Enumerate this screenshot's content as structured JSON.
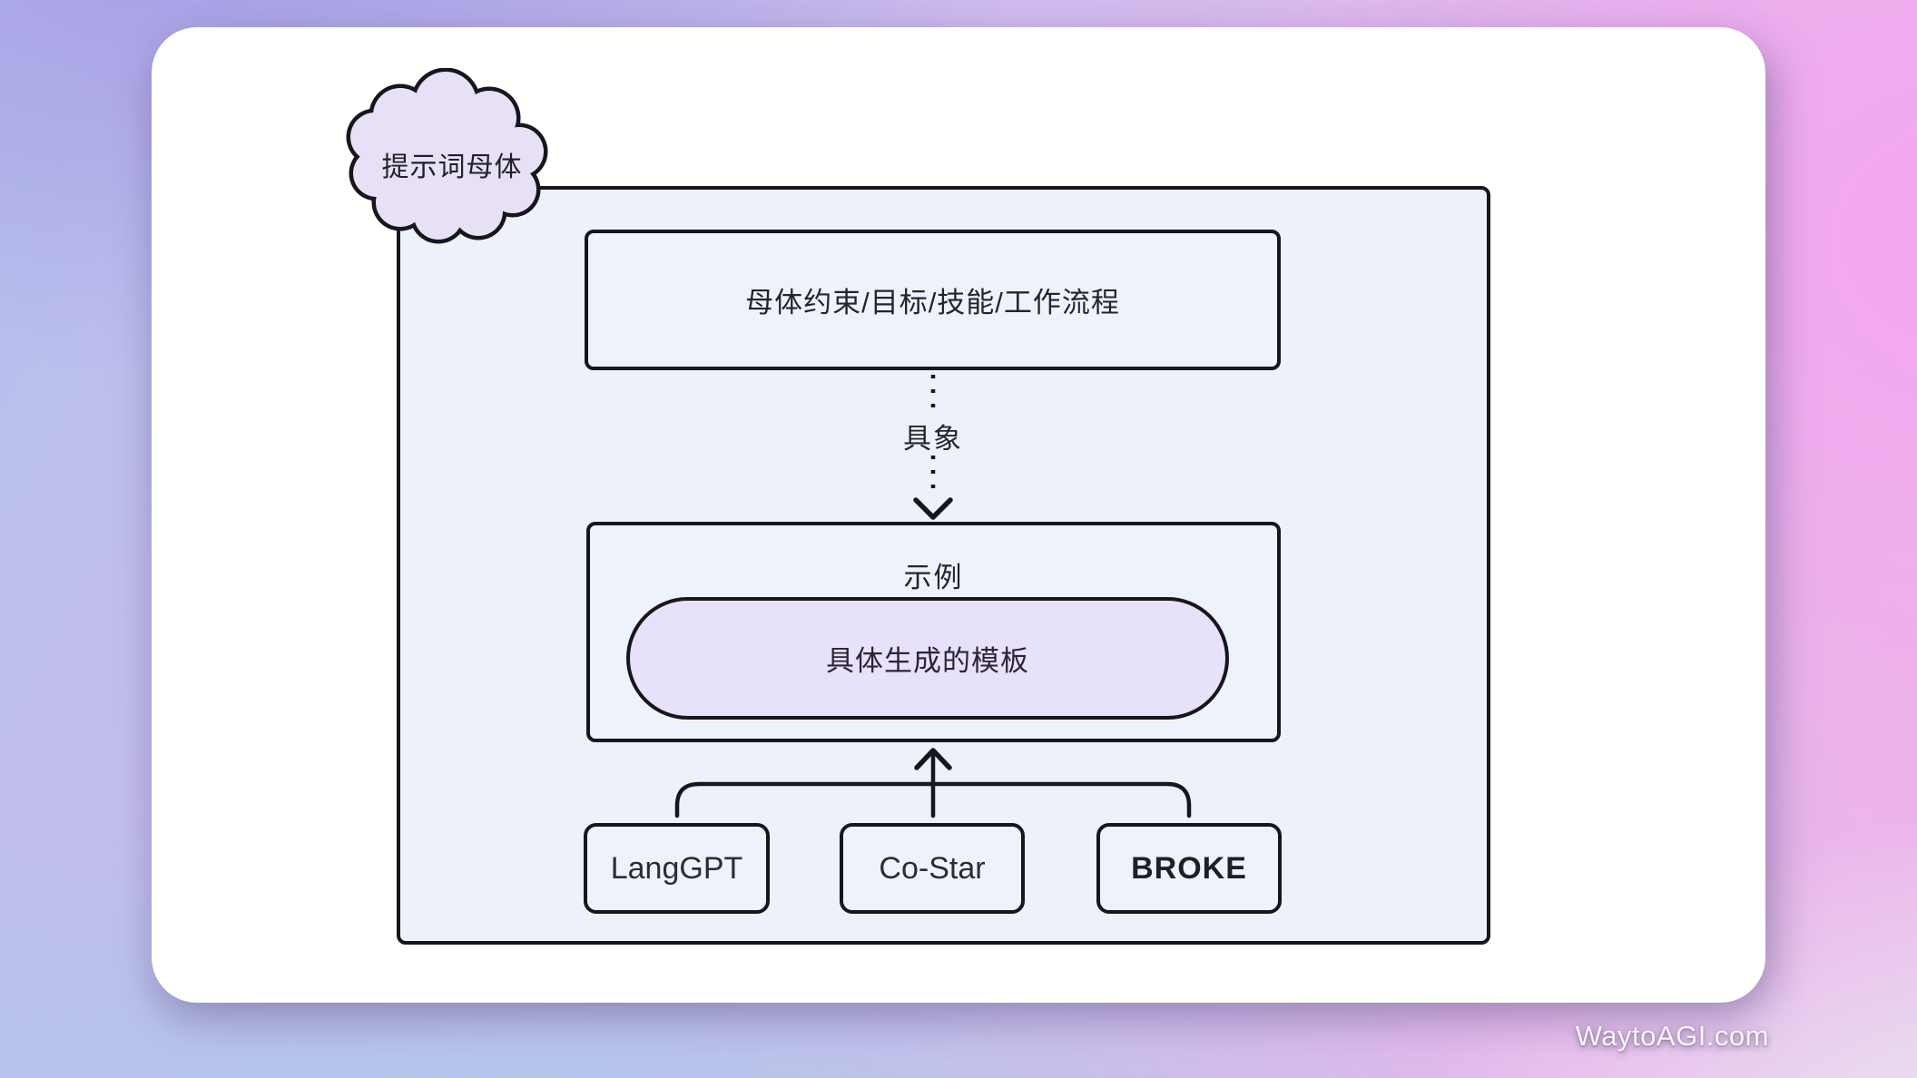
{
  "cloud": {
    "label": "提示词母体"
  },
  "container": {
    "top_box": {
      "label": "母体约束/目标/技能/工作流程"
    },
    "concretize_arrow": {
      "label": "具象"
    },
    "example_box": {
      "title": "示例",
      "pill": {
        "label": "具体生成的模板"
      }
    },
    "framework_boxes": [
      {
        "label": "LangGPT"
      },
      {
        "label": "Co-Star"
      },
      {
        "label": "BROKE"
      }
    ]
  },
  "page": {
    "watermark": "WaytoAGI.com"
  },
  "colors": {
    "bg_top_left": "#a89ee6",
    "bg_top_right": "#f6a6ef",
    "bg_bottom_left": "#a6c9e9",
    "bg_bottom_right": "#e7e3f2",
    "canvas": "#fffffe",
    "panel_fill": "#ecf1fa",
    "node_fill": "#eef2fb",
    "accent_pill_fill": "#e7e1fb",
    "cloud_fill": "#e7e0f7",
    "stroke": "#16161c",
    "text": "#23252e"
  }
}
